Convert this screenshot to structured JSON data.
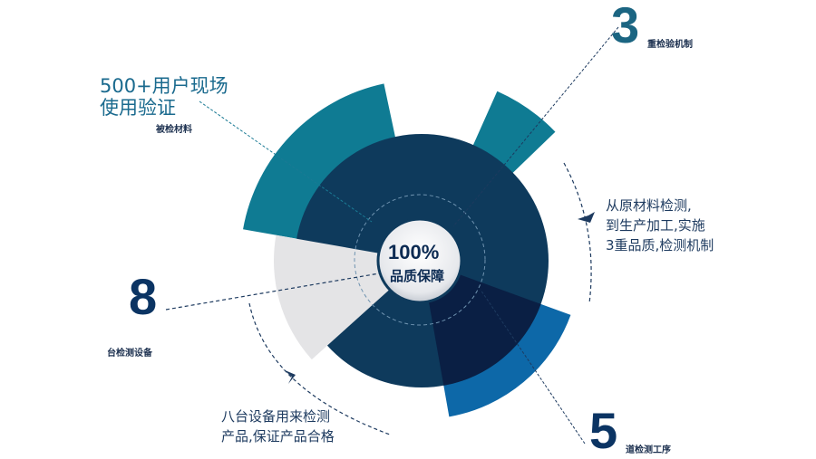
{
  "center": {
    "percent": "100%",
    "label": "品质保障"
  },
  "callouts": {
    "users": {
      "line1": "500+用户现场",
      "line2": "使用验证",
      "sub": "被检材料"
    },
    "inspection": {
      "number": "3",
      "sub": "重检验机制"
    },
    "devices": {
      "number": "8",
      "sub": "台检测设备"
    },
    "process": {
      "number": "5",
      "sub": "道检测工序"
    }
  },
  "descriptions": {
    "right": [
      "从原材料检测,",
      "到生产加工,实施",
      "3重品质,检测机制"
    ],
    "bottom": [
      "八台设备用来检测",
      "产品,保证产品合格"
    ]
  },
  "colors": {
    "navy": "#0e3a5c",
    "dark_navy": "#0a1f44",
    "teal": "#0f7b93",
    "blue": "#0d68a8",
    "gray": "#e4e4e6",
    "text_teal": "#1a6a8e",
    "text_navy": "#0b3463"
  }
}
